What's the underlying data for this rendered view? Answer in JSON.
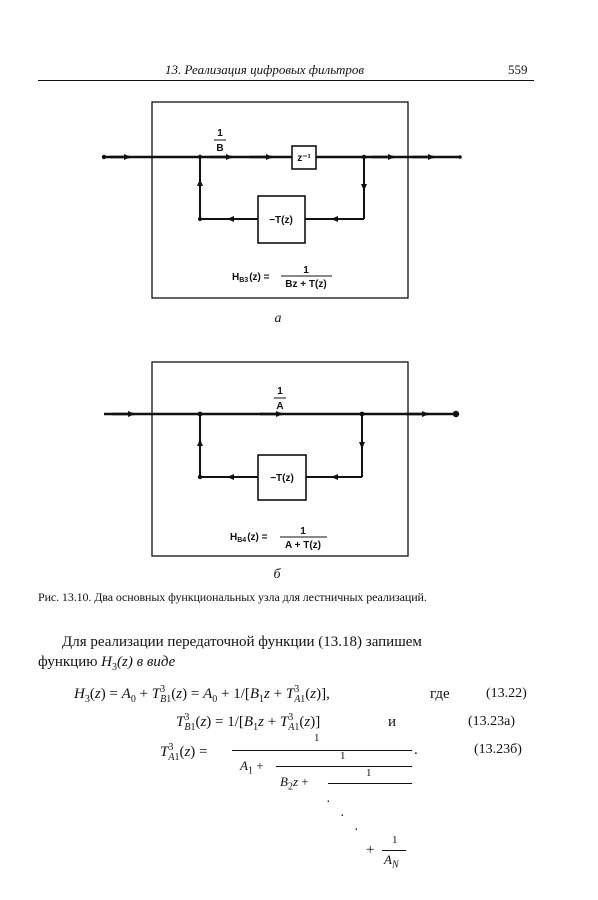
{
  "header": {
    "title": "13. Реализация цифровых фильтров",
    "page_number": "559"
  },
  "figure": {
    "panel_a": {
      "gain_num": "1",
      "gain_den": "B",
      "delay": "z⁻¹",
      "feedback_block": "−T(z)",
      "transfer_lhs": "H",
      "transfer_sub": "B3",
      "transfer_arg": "(z) =",
      "transfer_num": "1",
      "transfer_den": "Bz + T(z)",
      "letter": "а"
    },
    "panel_b": {
      "gain_num": "1",
      "gain_den": "A",
      "feedback_block": "−T(z)",
      "transfer_lhs": "H",
      "transfer_sub": "B4",
      "transfer_arg": "(z) =",
      "transfer_num": "1",
      "transfer_den": "A + T(z)",
      "letter": "б"
    }
  },
  "caption": "Рис. 13.10. Два основных функциональных узла для лестничных реализаций.",
  "paragraph": {
    "line1": "Для реализации передаточной функции (13.18) запишем",
    "line2_pre": "функцию ",
    "line2_sym": "H",
    "line2_sub": "3",
    "line2_post": "(z) в виде"
  },
  "equations": {
    "eq1_where": "где",
    "eq1_number": "(13.22)",
    "eq2_and": "и",
    "eq2_number": "(13.23а)",
    "eq3_number": "(13.23б)",
    "cf_one": "1",
    "cf_A1": "A",
    "cf_B2z": "B",
    "cf_AN": "A",
    "cf_AN_sub": "N"
  }
}
